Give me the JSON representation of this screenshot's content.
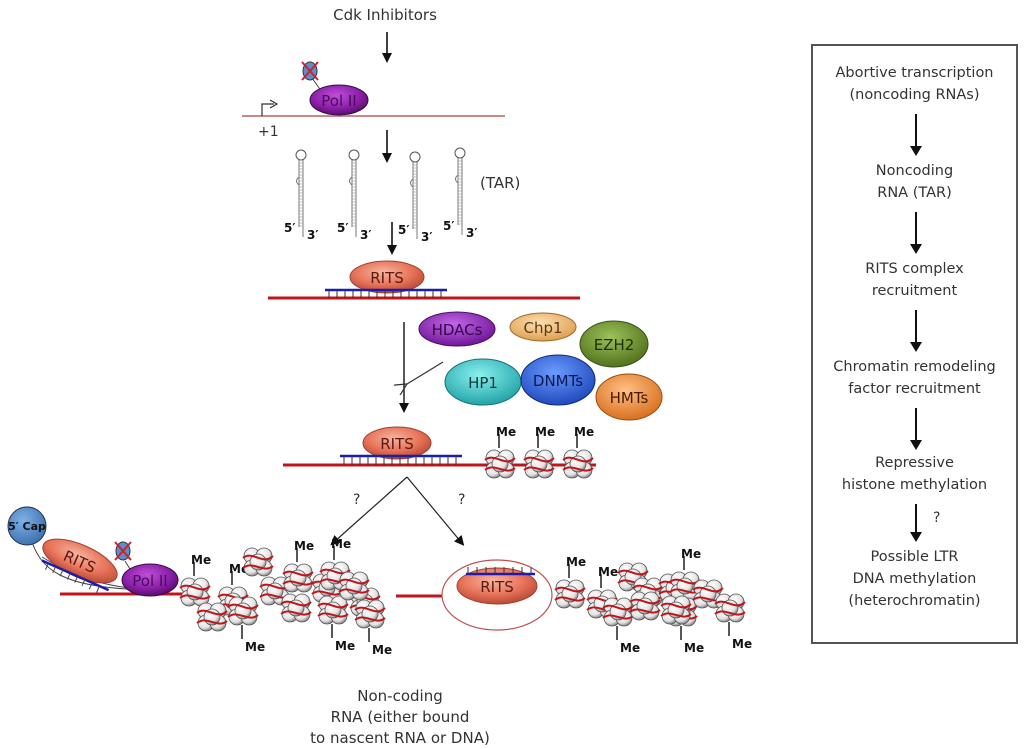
{
  "top": {
    "title": "Cdk Inhibitors",
    "tss_label": "+1",
    "pol_label": "Pol II",
    "tar_label": "(TAR)",
    "five_prime": "5′",
    "three_prime": "3′"
  },
  "rits": {
    "label": "RITS"
  },
  "factors": [
    {
      "label": "HDACs",
      "color": "#8a1fb5"
    },
    {
      "label": "Chp1",
      "color": "#f2b66a"
    },
    {
      "label": "EZH2",
      "color": "#6f8f2a"
    },
    {
      "label": "HP1",
      "color": "#28c6c9"
    },
    {
      "label": "DNMTs",
      "color": "#2b63e0"
    },
    {
      "label": "HMTs",
      "color": "#f09238"
    }
  ],
  "methyl": {
    "label": "Me"
  },
  "question": "?",
  "left_branch": {
    "cap_label": "5′ Cap",
    "rits_label": "RITS",
    "pol_label": "Pol II"
  },
  "right_branch": {
    "rits_label": "RITS"
  },
  "bottom_caption": [
    "Non-coding",
    "RNA (either bound",
    "to nascent RNA or DNA)"
  ],
  "side_panel": {
    "steps": [
      [
        "Abortive transcription",
        "(noncoding RNAs)"
      ],
      [
        "Noncoding",
        "RNA (TAR)"
      ],
      [
        "RITS complex",
        "recruitment"
      ],
      [
        "Chromatin remodeling",
        "factor recruitment"
      ],
      [
        "Repressive",
        "histone methylation"
      ],
      [
        "Possible LTR",
        "DNA methylation",
        "(heterochromatin)"
      ]
    ],
    "question": "?"
  },
  "colors": {
    "dna": "#c0141a",
    "rna_strand": "#1a1ab5",
    "rits": "#e8745a",
    "pol": "#7a1490",
    "cap": "#4f86c6"
  }
}
